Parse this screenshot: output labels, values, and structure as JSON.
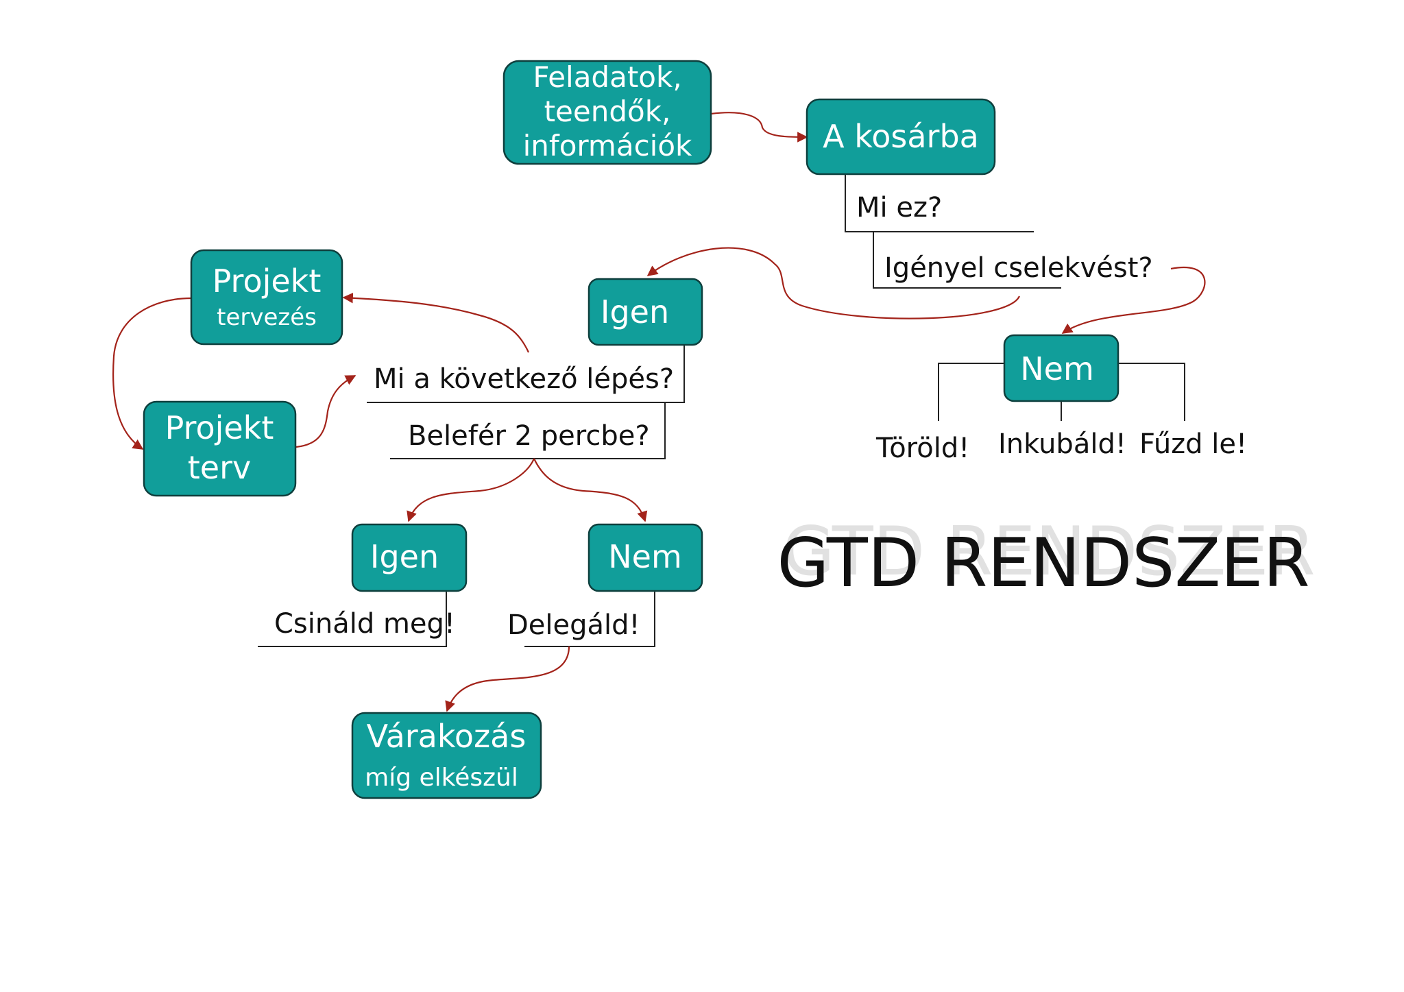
{
  "title": "GTD RENDSZER",
  "colors": {
    "box_fill": "#119e9a",
    "box_border": "#0e3f3d",
    "arrow": "#a3231a",
    "line": "#222222"
  },
  "nodes": {
    "inputs": [
      "Feladatok,",
      "teendők,",
      "információk"
    ],
    "basket": "A kosárba",
    "igen_top": "Igen",
    "nem_right": "Nem",
    "projekt_tervezes": [
      "Projekt",
      "tervezés"
    ],
    "projekt_terv": [
      "Projekt",
      "terv"
    ],
    "igen_bottom": "Igen",
    "nem_bottom": "Nem",
    "varakozas": [
      "Várakozás",
      "míg elkészül"
    ]
  },
  "labels": {
    "mi_ez": "Mi ez?",
    "igenyel": "Igényel cselekvést?",
    "kovetkezo": "Mi a következő lépés?",
    "belefer": "Belefér 2 percbe?",
    "torold": "Töröld!",
    "inkubald": "Inkubáld!",
    "fuzd_le": "Fűzd le!",
    "csinald": "Csináld meg!",
    "delegald": "Delegáld!"
  }
}
